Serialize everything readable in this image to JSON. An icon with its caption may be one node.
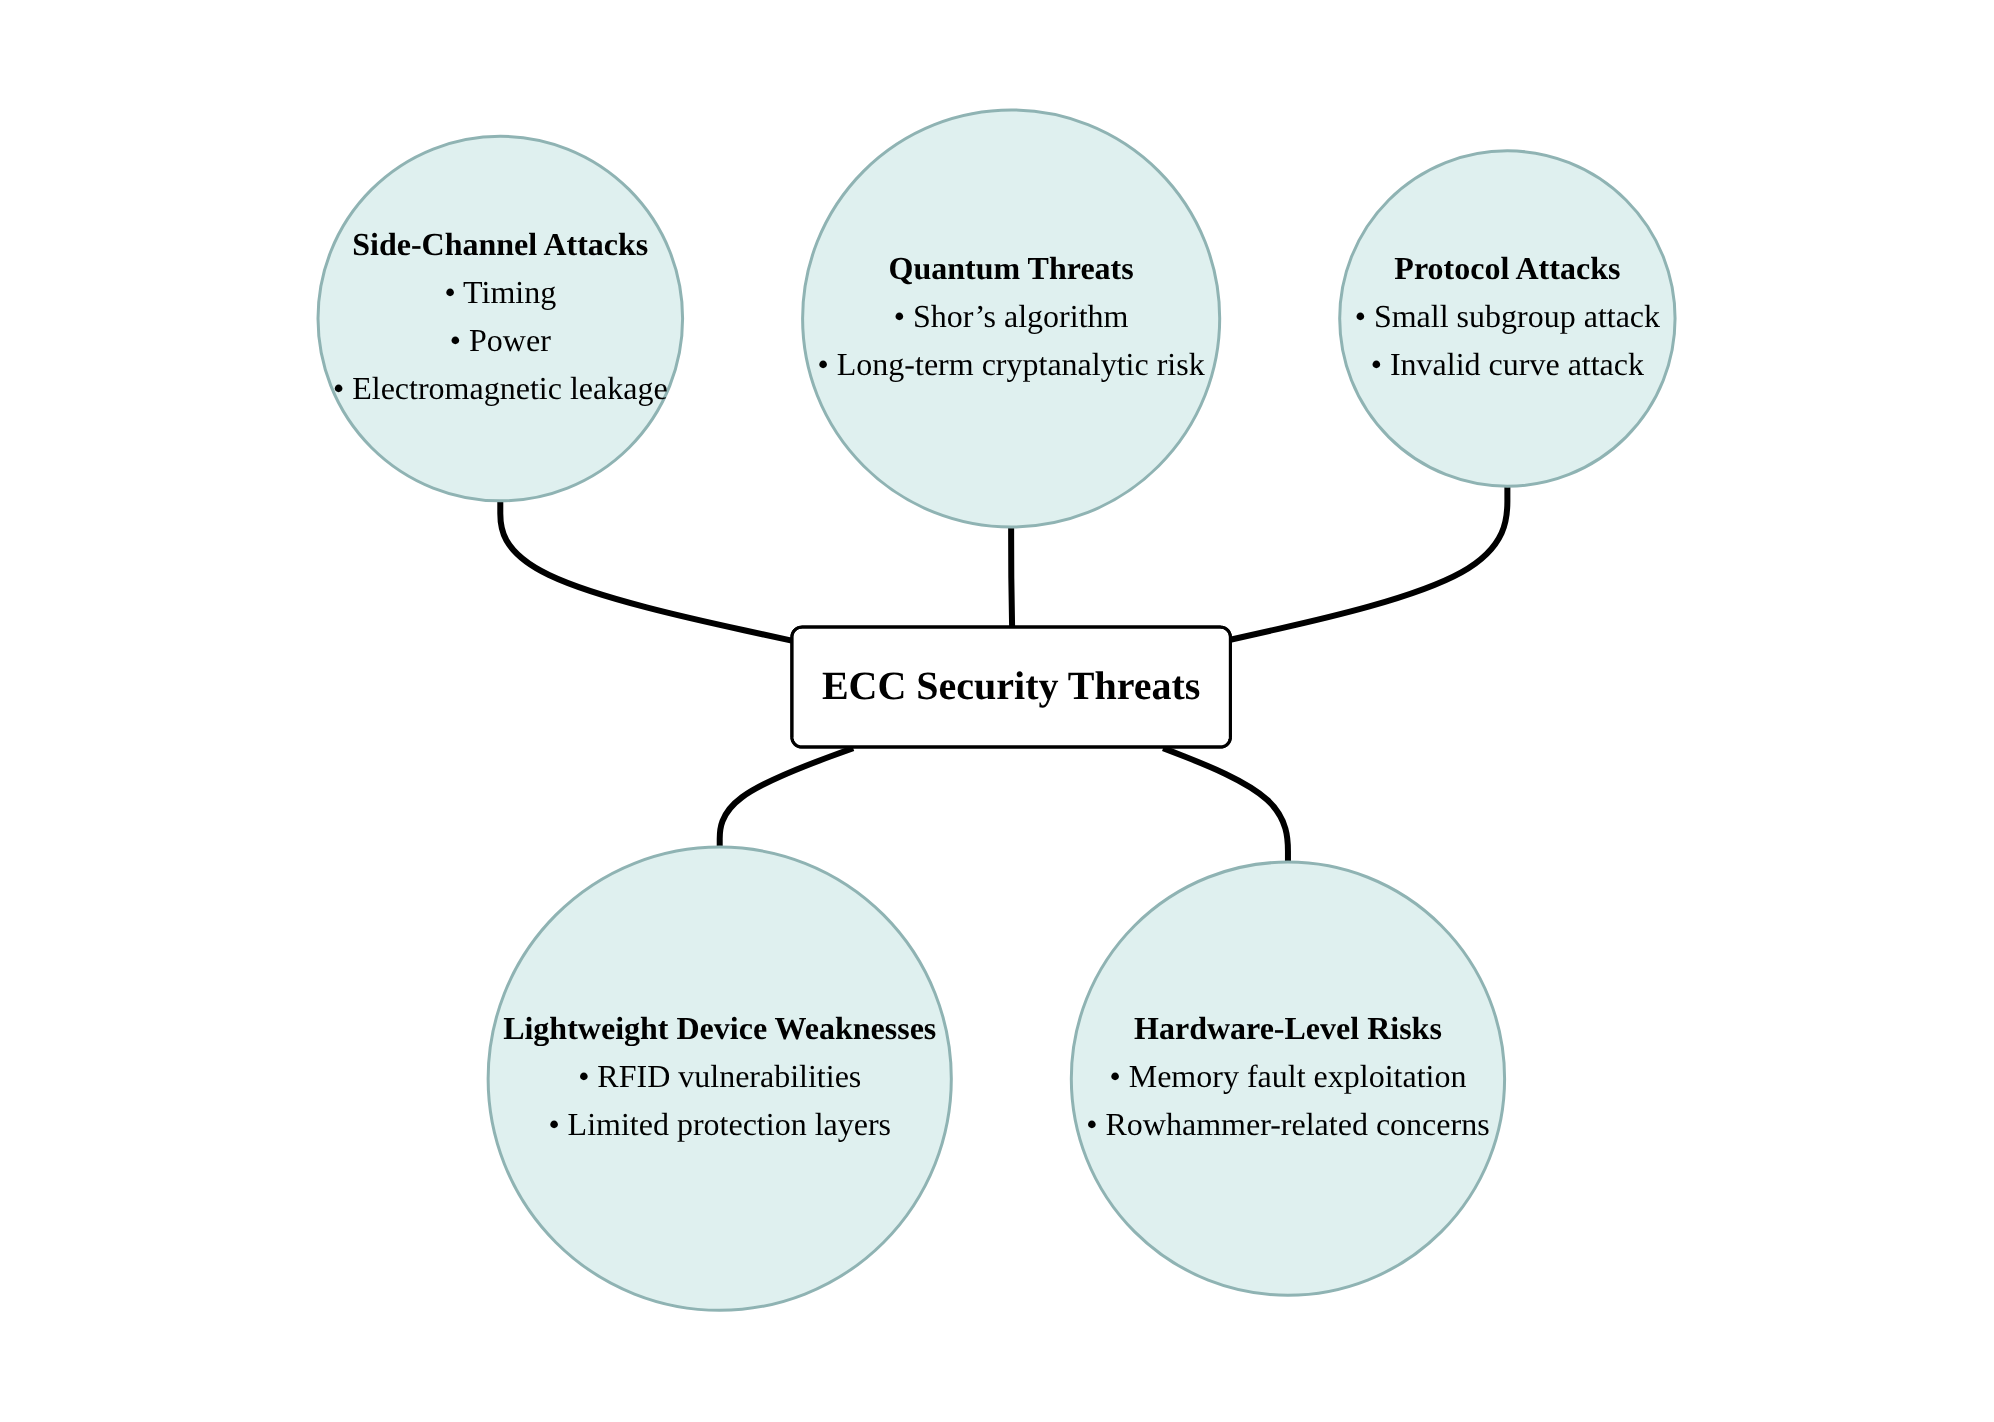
{
  "diagram": {
    "nodes": [
      {
        "text": [
          "Side-Channel Attacks",
          "• Timing",
          "• Power",
          "• Electromagnetic leakage"
        ]
      },
      {
        "text": [
          "Quantum Threats",
          "• Shor’s algorithm",
          "• Long-term cryptanalytic risk"
        ]
      },
      {
        "text": [
          "Protocol Attacks",
          "• Small subgroup attack",
          "• Invalid curve attack"
        ]
      },
      {
        "text": [
          "ECC Security Threats"
        ]
      },
      {
        "text": [
          "Lightweight Device Weaknesses",
          "• RFID vulnerabilities",
          "• Limited protection layers"
        ]
      },
      {
        "text": [
          "Hardware-Level Risks",
          "• Memory fault exploitation",
          "• Rowhammer-related concerns"
        ]
      }
    ],
    "edges": [
      {
        "from": 0,
        "to": 3,
        "arrow": "none"
      },
      {
        "from": 1,
        "to": 3,
        "arrow": "none"
      },
      {
        "from": 2,
        "to": 3,
        "arrow": "none"
      },
      {
        "from": 3,
        "to": 4,
        "arrow": "none"
      },
      {
        "from": 3,
        "to": 5,
        "arrow": "none"
      }
    ]
  }
}
